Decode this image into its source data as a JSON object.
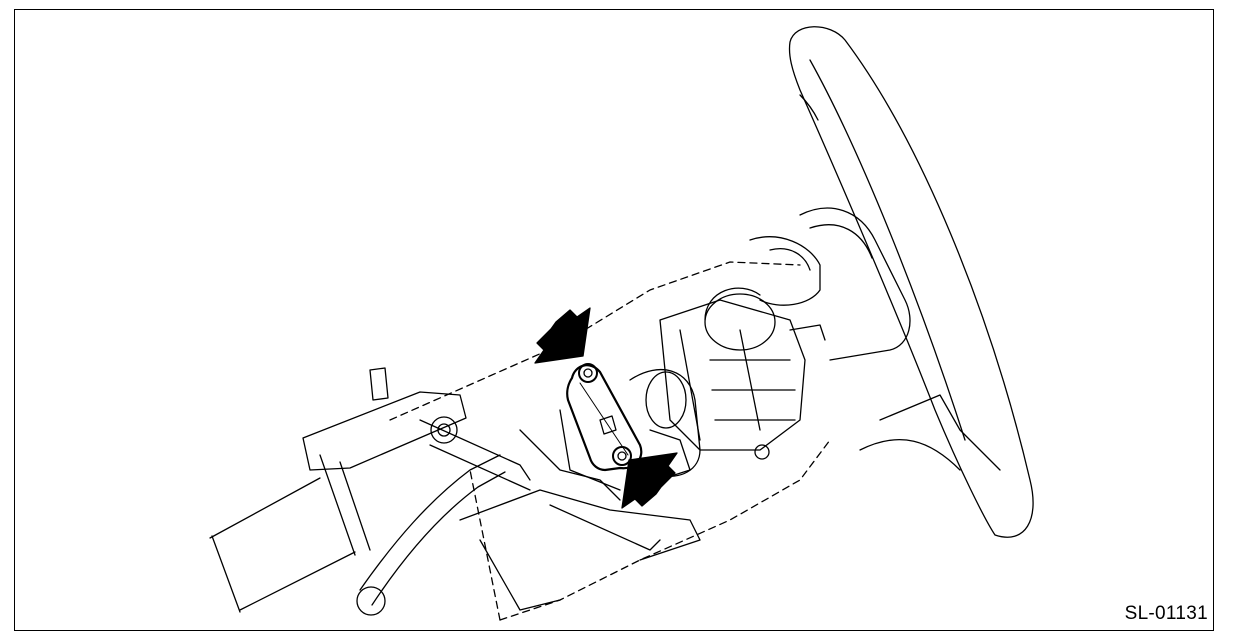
{
  "figure": {
    "code": "SL-01131",
    "subject": "steering-column-with-steering-wheel",
    "callouts": [
      {
        "name": "upper-bolt-arrow",
        "icon": "arrow-down-right-icon"
      },
      {
        "name": "lower-bolt-arrow",
        "icon": "arrow-up-left-icon"
      }
    ],
    "colors": {
      "line": "#000000",
      "background": "#ffffff"
    }
  }
}
